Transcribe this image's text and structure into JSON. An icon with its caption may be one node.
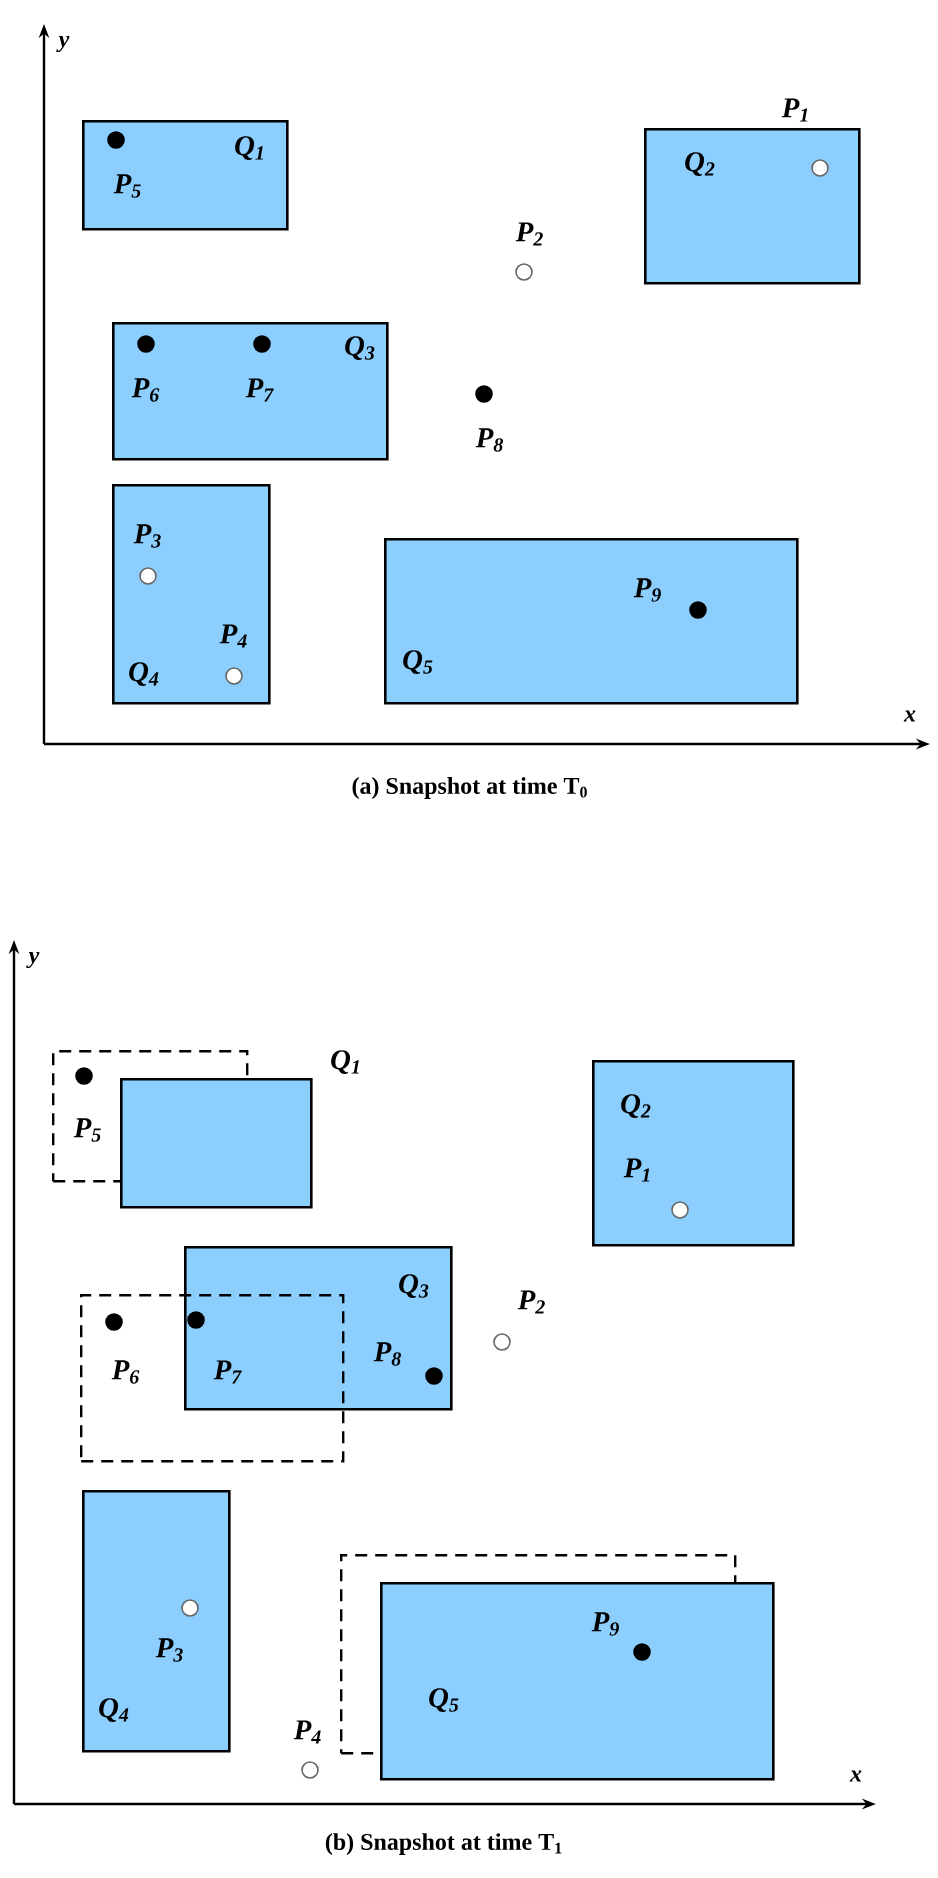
{
  "diagram": {
    "nodes": [
      {
        "text": [
          "Q$_{1}$"
        ]
      },
      {
        "text": [],
        "shape": "dot",
        "in": 0,
        "beside": [
          "P$_{5}$"
        ]
      },
      {
        "text": [
          "Q$_{2}$"
        ]
      },
      {
        "text": [],
        "shape": "circle",
        "in": 2,
        "beside": [
          "P$_{1}$"
        ]
      },
      {
        "text": [],
        "shape": "circle",
        "beside": [
          "P$_{2}$"
        ]
      },
      {
        "text": [
          "Q$_{3}$"
        ]
      },
      {
        "text": [],
        "shape": "dot",
        "in": 5,
        "beside": [
          "P$_{6}$"
        ]
      },
      {
        "text": [],
        "shape": "dot",
        "in": 5,
        "beside": [
          "P$_{7}$"
        ]
      },
      {
        "text": [],
        "shape": "dot",
        "beside": [
          "P$_{8}$"
        ]
      },
      {
        "text": [
          "Q$_{4}$"
        ]
      },
      {
        "text": [],
        "shape": "circle",
        "in": 9,
        "beside": [
          "P$_{3}$"
        ]
      },
      {
        "text": [],
        "shape": "circle",
        "in": 9,
        "beside": [
          "P$_{4}$"
        ]
      },
      {
        "text": [
          "Q$_{5}$"
        ]
      },
      {
        "text": [],
        "shape": "dot",
        "in": 12,
        "beside": [
          "P$_{9}$"
        ]
      },
      {
        "text": [],
        "shape": "box"
      },
      {
        "text": [
          "Q$_{1}$"
        ]
      },
      {
        "text": [],
        "shape": "dot",
        "in": 14,
        "beside": [
          "P$_{5}$"
        ]
      },
      {
        "text": [
          "Q$_{2}$"
        ]
      },
      {
        "text": [],
        "shape": "circle",
        "in": 17,
        "beside": [
          "P$_{1}$"
        ]
      },
      {
        "text": [
          "Q$_{3}$"
        ]
      },
      {
        "text": [],
        "shape": "box"
      },
      {
        "text": [],
        "shape": "dot",
        "in": 20,
        "beside": [
          "P$_{6}$"
        ]
      },
      {
        "text": [],
        "shape": "dot",
        "beside": [
          "P$_{7}$"
        ]
      },
      {
        "text": [],
        "shape": "dot",
        "in": 19,
        "beside": [
          "P$_{8}$"
        ]
      },
      {
        "text": [],
        "shape": "circle",
        "beside": [
          "P$_{2}$"
        ]
      },
      {
        "text": [
          "Q$_{4}$"
        ]
      },
      {
        "text": [],
        "shape": "circle",
        "in": 25,
        "beside": [
          "P$_{3}$"
        ]
      },
      {
        "text": [],
        "shape": "box"
      },
      {
        "text": [
          "Q$_{5}$"
        ]
      },
      {
        "text": [],
        "shape": "circle",
        "beside": [
          "P$_{4}$"
        ]
      },
      {
        "text": [],
        "shape": "dot",
        "beside": [
          "P$_{9}$"
        ]
      }
    ],
    "labels": [
      "y",
      "x",
      "(a) Snapshot at time T$_{0}$",
      "y",
      "x",
      "(b) Snapshot at time T$_{1}$"
    ]
  }
}
